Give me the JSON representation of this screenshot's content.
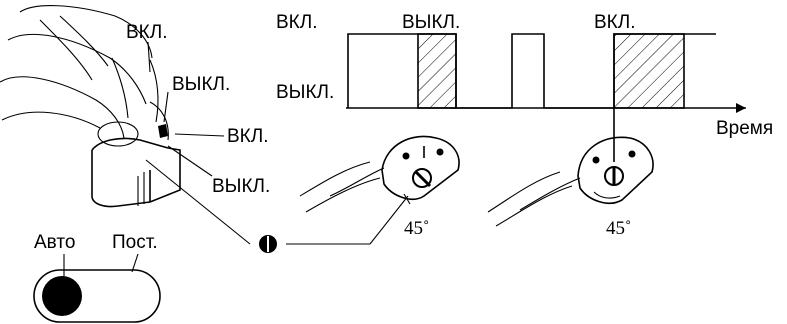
{
  "labels": {
    "hand_on": "ВКЛ.",
    "hand_off": "ВЫКЛ.",
    "side_on": "ВКЛ.",
    "side_off": "ВЫКЛ.",
    "timing_on_1": "ВКЛ.",
    "timing_off_top": "ВЫКЛ.",
    "timing_on_2": "ВКЛ.",
    "timing_off_left": "ВЫКЛ.",
    "time_axis": "Время",
    "angle_1": "45˚",
    "angle_2": "45˚",
    "mode_auto": "Авто",
    "mode_const": "Пост."
  },
  "icons": [
    "hand-icon",
    "dial-icon",
    "knob-icon",
    "slider-switch-icon"
  ],
  "colors": {
    "ink": "#000000",
    "background": "#ffffff"
  }
}
